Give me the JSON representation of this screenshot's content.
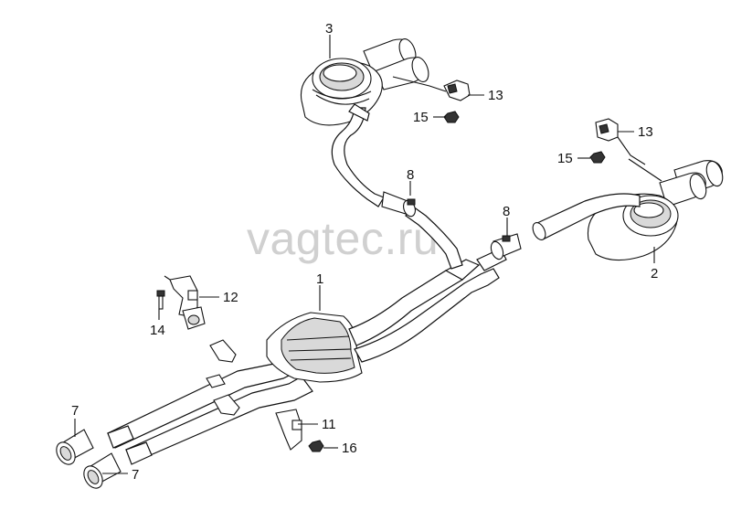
{
  "watermark": "vagtec.ru",
  "callouts": {
    "p1": "1",
    "p2": "2",
    "p3": "3",
    "p7a": "7",
    "p7b": "7",
    "p8a": "8",
    "p8b": "8",
    "p11": "11",
    "p12": "12",
    "p13a": "13",
    "p13b": "13",
    "p14": "14",
    "p15a": "15",
    "p15b": "15",
    "p16": "16"
  }
}
